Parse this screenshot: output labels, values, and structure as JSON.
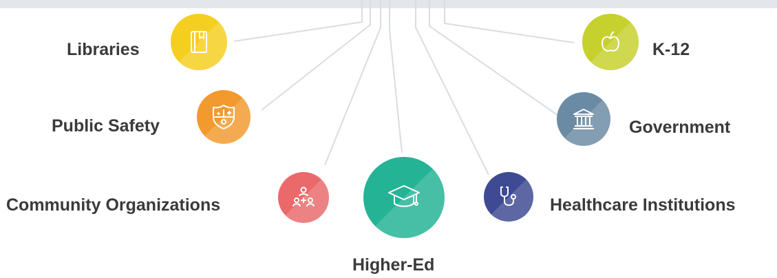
{
  "diagram": {
    "nodes": [
      {
        "id": "libraries",
        "label": "Libraries",
        "color": "#f5cf1f",
        "icon": "book-icon"
      },
      {
        "id": "k12",
        "label": "K-12",
        "color": "#c6d12d",
        "icon": "apple-icon"
      },
      {
        "id": "public_safety",
        "label": "Public Safety",
        "color": "#f29a2e",
        "icon": "shield-badge-icon"
      },
      {
        "id": "government",
        "label": "Government",
        "color": "#6b8aa4",
        "icon": "government-building-icon"
      },
      {
        "id": "community_organizations",
        "label": "Community Organizations",
        "color": "#ea6a6c",
        "icon": "community-people-icon"
      },
      {
        "id": "higher_ed",
        "label": "Higher-Ed",
        "color": "#24b395",
        "icon": "graduation-cap-icon"
      },
      {
        "id": "healthcare_institutions",
        "label": "Healthcare Institutions",
        "color": "#3e4a93",
        "icon": "stethoscope-icon"
      }
    ],
    "line_color": "#d9dde1"
  }
}
